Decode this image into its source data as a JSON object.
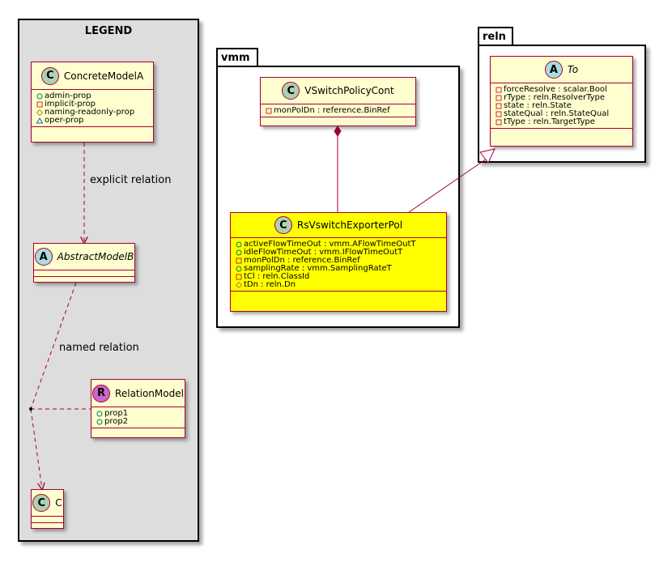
{
  "packages": {
    "vmm": {
      "name": "vmm"
    },
    "reln": {
      "name": "reln"
    }
  },
  "legend": {
    "title": "LEGEND",
    "concrete": {
      "badge": "C",
      "badge_color": "#add1b2",
      "name": "ConcreteModelA",
      "attributes": [
        {
          "visibility": "public",
          "text": "admin-prop"
        },
        {
          "visibility": "private",
          "text": "implicit-prop"
        },
        {
          "visibility": "protected",
          "text": "naming-readonly-prop"
        },
        {
          "visibility": "package",
          "text": "oper-prop"
        }
      ]
    },
    "abstract": {
      "badge": "A",
      "badge_color": "#a9dcdf",
      "name": "AbstractModelB"
    },
    "relation_model": {
      "badge": "R",
      "badge_color": "#cc66cc",
      "name": "RelationModel",
      "attributes": [
        {
          "visibility": "public",
          "text": "prop1"
        },
        {
          "visibility": "public",
          "text": "prop2"
        }
      ]
    },
    "c": {
      "badge": "C",
      "badge_color": "#add1b2",
      "name": "C"
    },
    "explicit_label": "explicit relation",
    "named_label": "named relation"
  },
  "vswitch": {
    "badge": "C",
    "badge_color": "#add1b2",
    "name": "VSwitchPolicyCont",
    "attributes": [
      {
        "visibility": "private",
        "text": "monPolDn : reference.BinRef"
      }
    ]
  },
  "exporter": {
    "badge": "C",
    "badge_color": "#add1b2",
    "highlight": "#ffff00",
    "name": "RsVswitchExporterPol",
    "attributes": [
      {
        "visibility": "public",
        "text": "activeFlowTimeOut : vmm.AFlowTimeOutT"
      },
      {
        "visibility": "public",
        "text": "idleFlowTimeOut : vmm.IFlowTimeOutT"
      },
      {
        "visibility": "private",
        "text": "monPolDn : reference.BinRef"
      },
      {
        "visibility": "public",
        "text": "samplingRate : vmm.SamplingRateT"
      },
      {
        "visibility": "private",
        "text": "tCl : reln.ClassId"
      },
      {
        "visibility": "protected",
        "text": "tDn : reln.Dn"
      }
    ]
  },
  "to": {
    "badge": "A",
    "badge_color": "#a9dcdf",
    "name": "To",
    "attributes": [
      {
        "visibility": "private",
        "text": "forceResolve : scalar.Bool"
      },
      {
        "visibility": "private",
        "text": "rType : reln.ResolverType"
      },
      {
        "visibility": "private",
        "text": "state : reln.State"
      },
      {
        "visibility": "private",
        "text": "stateQual : reln.StateQual"
      },
      {
        "visibility": "private",
        "text": "tType : reln.TargetType"
      }
    ]
  }
}
